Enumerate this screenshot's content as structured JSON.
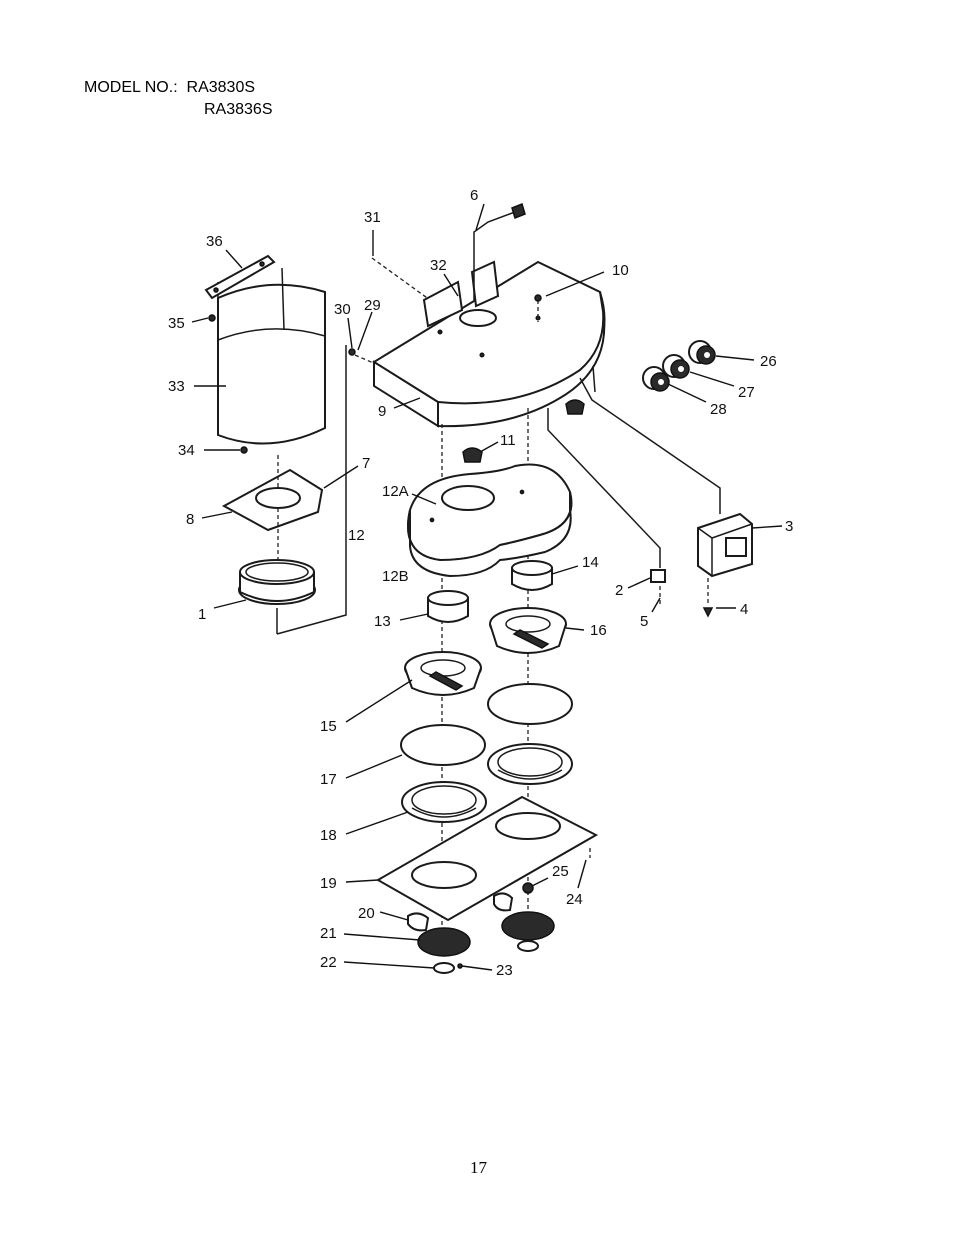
{
  "header": {
    "model_label": "MODEL NO.:",
    "models": [
      "RA3830S",
      "RA3836S"
    ]
  },
  "diagram": {
    "callouts": [
      "1",
      "2",
      "3",
      "4",
      "5",
      "6",
      "7",
      "8",
      "9",
      "10",
      "11",
      "12",
      "12A",
      "12B",
      "13",
      "14",
      "15",
      "16",
      "17",
      "18",
      "19",
      "20",
      "21",
      "22",
      "23",
      "24",
      "25",
      "26",
      "27",
      "28",
      "29",
      "30",
      "31",
      "32",
      "33",
      "34",
      "35",
      "36"
    ]
  },
  "footer": {
    "page_number": "17"
  }
}
